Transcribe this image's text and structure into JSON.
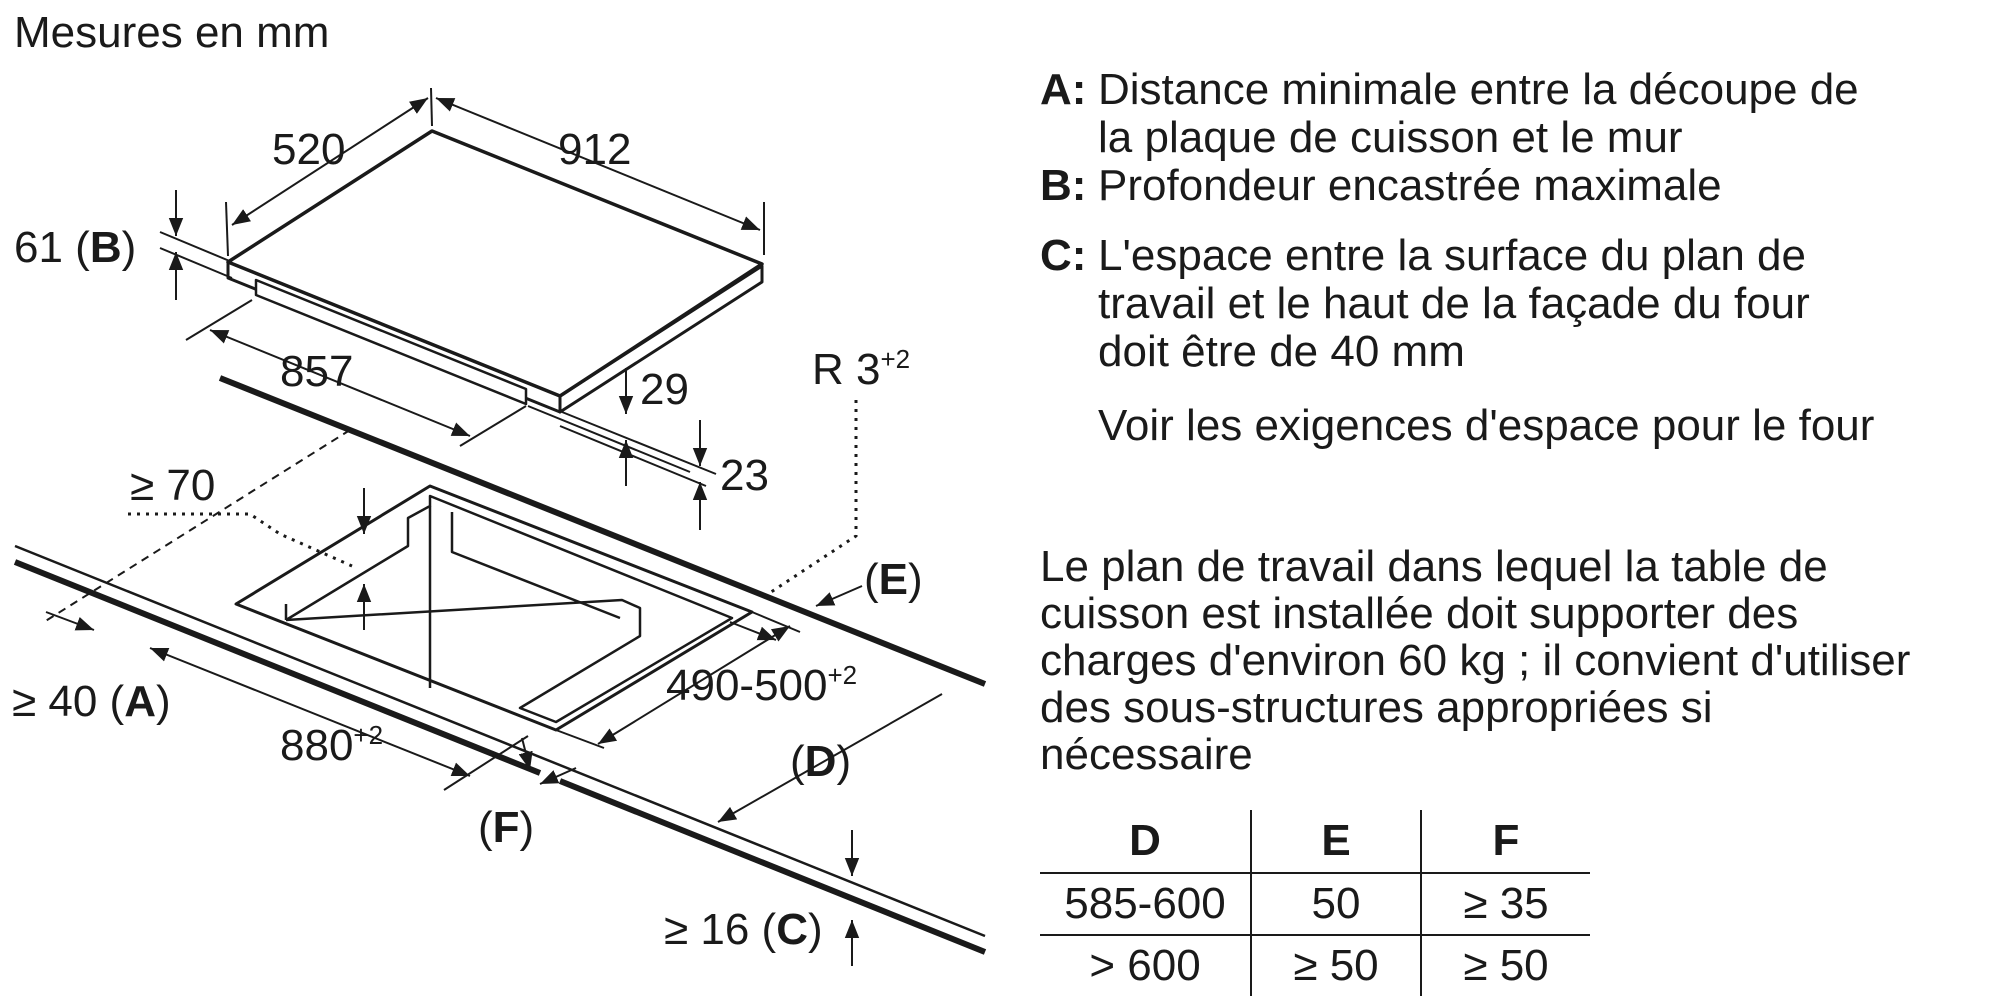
{
  "header": {
    "units": "Mesures en mm"
  },
  "diagram": {
    "dim_depth": "520",
    "dim_width": "912",
    "dim_thickness": "61 (",
    "dim_thickness_key": "B",
    "dim_cutout_inner_width": "857",
    "dim_29": "29",
    "dim_23": "23",
    "dim_radius": "R 3",
    "dim_radius_sup": "+2",
    "dim_ge70": "≥ 70",
    "dim_wall_label": "≥ 40 (",
    "dim_wall_key": "A",
    "dim_cutout_width": "880",
    "dim_cutout_width_sup": "+2",
    "dim_cutout_depth": "490-500",
    "dim_cutout_depth_sup": "+2",
    "label_e": "E",
    "label_d": "D",
    "label_f": "F",
    "dim_worktop_label": "≥ 16 (",
    "dim_worktop_key": "C",
    "close_paren": ")",
    "open_paren": "(",
    "color_stroke": "#1a1a1a"
  },
  "legend": {
    "a_key": "A:",
    "a_line1": "Distance minimale entre la découpe de",
    "a_line2": "la plaque de cuisson et le mur",
    "b_key": "B:",
    "b_line1": "Profondeur encastrée maximale",
    "c_key": "C:",
    "c_line1": "L'espace entre la surface du plan de",
    "c_line2": "travail et le haut de la façade du four",
    "c_line3": "doit être de 40 mm",
    "c_line4": "Voir les exigences d'espace pour le four"
  },
  "note": {
    "line1": "Le plan de travail dans lequel la table de",
    "line2": "cuisson est installée doit supporter des",
    "line3": "charges d'environ 60 kg ; il convient d'utiliser",
    "line4": "des sous-structures appropriées si",
    "line5": "nécessaire"
  },
  "table": {
    "headers": [
      "D",
      "E",
      "F"
    ],
    "rows": [
      [
        "585-600",
        "50",
        "≥ 35"
      ],
      [
        "> 600",
        "≥ 50",
        "≥ 50"
      ]
    ]
  }
}
